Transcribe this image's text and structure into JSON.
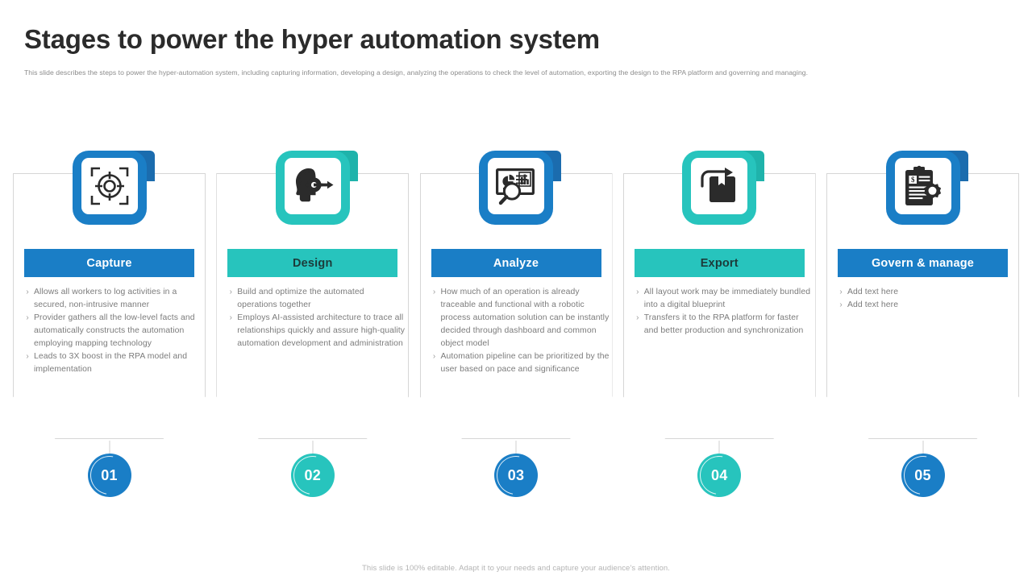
{
  "header": {
    "title": "Stages to power the hyper automation system",
    "subtitle": "This slide describes the steps to power the hyper-automation system, including capturing information, developing a design, analyzing the operations to check the level of automation,  exporting the design to the RPA platform and governing and managing."
  },
  "colors": {
    "blue": "#1a7ec6",
    "blue_dark": "#1b6cae",
    "teal": "#27c4bd",
    "teal_dark": "#1fb3ab",
    "title_text": "#2b2b2b",
    "body_text": "#7b7b7b",
    "subtitle_text": "#8c8c8c",
    "footer_text": "#b4b4b4",
    "card_border": "#d6d6d6"
  },
  "bullet_marker": "›",
  "stages": [
    {
      "number": "01",
      "label": "Capture",
      "icon": "target-crosshair-icon",
      "theme": "blue",
      "header_text_color": "#ffffff",
      "bullets": [
        "Allows all workers to log activities in a secured, non-intrusive manner",
        "Provider gathers all the low-level facts and automatically constructs the automation employing mapping technology",
        "Leads to 3X boost in the RPA model and implementation"
      ]
    },
    {
      "number": "02",
      "label": "Design",
      "icon": "head-gear-ai-icon",
      "theme": "teal",
      "header_text_color": "#1c3b3a",
      "bullets": [
        "Build and optimize the automated operations together",
        "Employs AI-assisted architecture to trace all relationships quickly and assure high-quality automation development and administration"
      ]
    },
    {
      "number": "03",
      "label": "Analyze",
      "icon": "dashboard-magnifier-icon",
      "theme": "blue",
      "header_text_color": "#ffffff",
      "bullets": [
        "How much of an operation is already traceable and functional with a robotic process automation solution can be instantly decided through dashboard and common object model",
        "Automation pipeline can be prioritized by the user based on pace and significance"
      ]
    },
    {
      "number": "04",
      "label": "Export",
      "icon": "export-box-arrow-icon",
      "theme": "teal",
      "header_text_color": "#1c3b3a",
      "bullets": [
        "All layout work may be immediately bundled into a digital blueprint",
        "Transfers it to the RPA platform for faster and better production and synchronization"
      ]
    },
    {
      "number": "05",
      "label": "Govern & manage",
      "icon": "clipboard-gear-icon",
      "theme": "blue",
      "header_text_color": "#ffffff",
      "bullets": [
        "Add text here",
        "Add text here"
      ]
    }
  ],
  "footer": {
    "note": "This slide is 100% editable. Adapt it to your needs and capture your audience's attention."
  }
}
